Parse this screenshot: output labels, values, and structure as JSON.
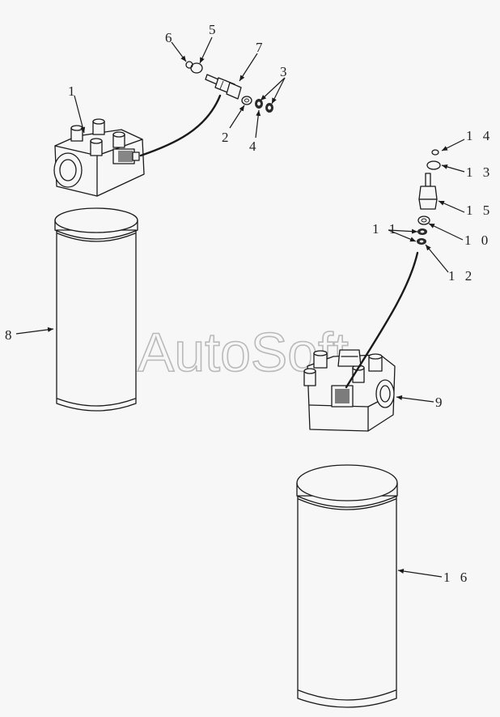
{
  "watermark": "AutoSoft",
  "callouts": {
    "c1": "1",
    "c2": "2",
    "c3": "3",
    "c4": "4",
    "c5": "5",
    "c6": "6",
    "c7": "7",
    "c8": "8",
    "c9": "9",
    "c10": "1 0",
    "c11": "1 1",
    "c12": "1 2",
    "c13": "1 3",
    "c14": "1 4",
    "c15": "1 5",
    "c16": "1 6"
  }
}
